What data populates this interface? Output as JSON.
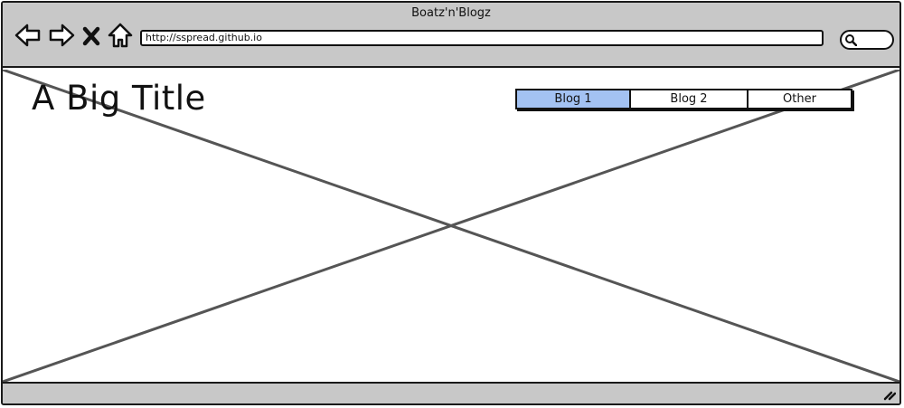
{
  "window": {
    "title": "Boatz'n'Blogz"
  },
  "browser": {
    "url": "http://sspread.github.io",
    "nav": [
      "back-icon",
      "forward-icon",
      "close-icon",
      "home-icon"
    ],
    "search_icon": "search-icon"
  },
  "page": {
    "title": "A Big Title",
    "tabs": [
      {
        "label": "Blog 1",
        "active": true
      },
      {
        "label": "Blog 2",
        "active": false
      },
      {
        "label": "Other",
        "active": false
      }
    ],
    "placeholder_image": "image-placeholder"
  },
  "colors": {
    "chrome": "#c8c8c8",
    "active_tab": "#a3c2f2",
    "stroke": "#1a1a1a"
  }
}
